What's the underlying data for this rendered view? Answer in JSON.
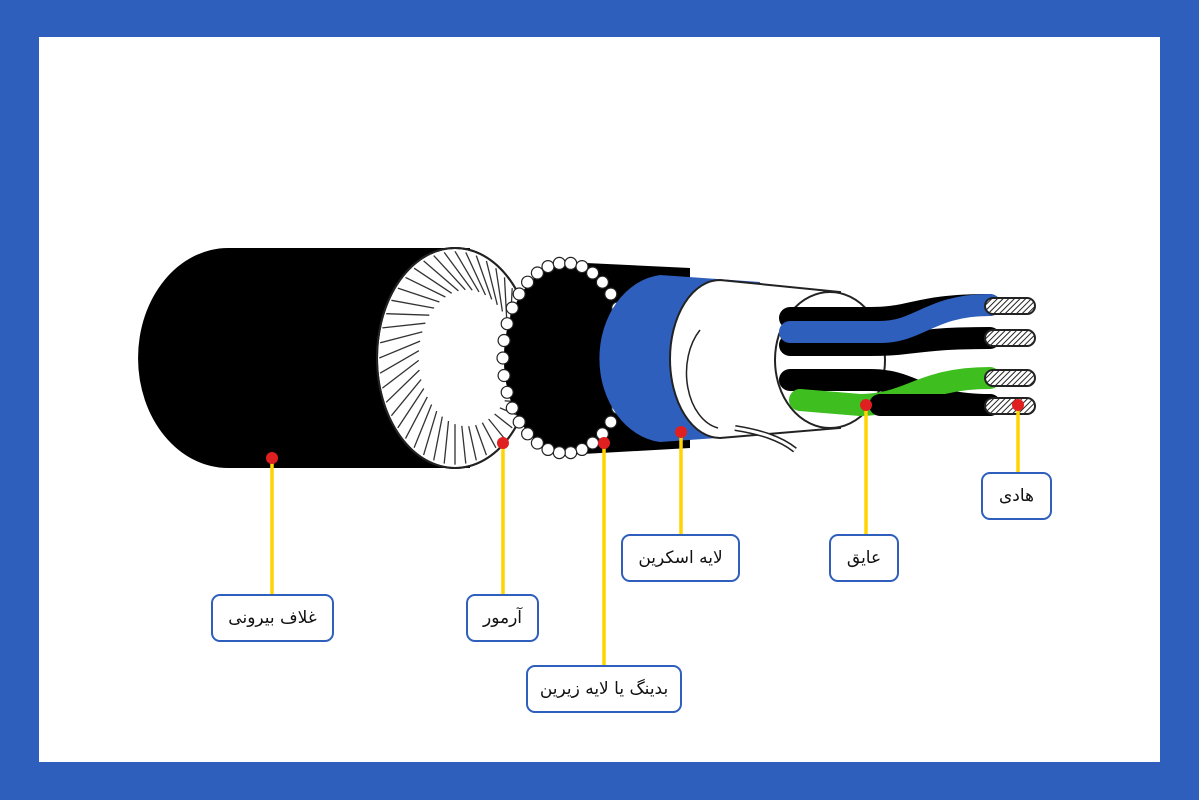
{
  "colors": {
    "frame": "#2f5fbd",
    "panel": "#ffffff",
    "sheath": "#000000",
    "screen_layer": "#2f5fbd",
    "insulation_blue": "#2f5fbd",
    "insulation_green": "#3fbf1f",
    "leader_line": "#ffd400",
    "marker_dot": "#e02020",
    "label_border": "#2f5fbd"
  },
  "labels": {
    "outer_sheath": "غلاف بیرونی",
    "armor": "آرمور",
    "bedding": "بدینگ یا لایه زیرین",
    "screen": "لایه اسکرین",
    "insulation": "عایق",
    "conductor": "هادی"
  }
}
